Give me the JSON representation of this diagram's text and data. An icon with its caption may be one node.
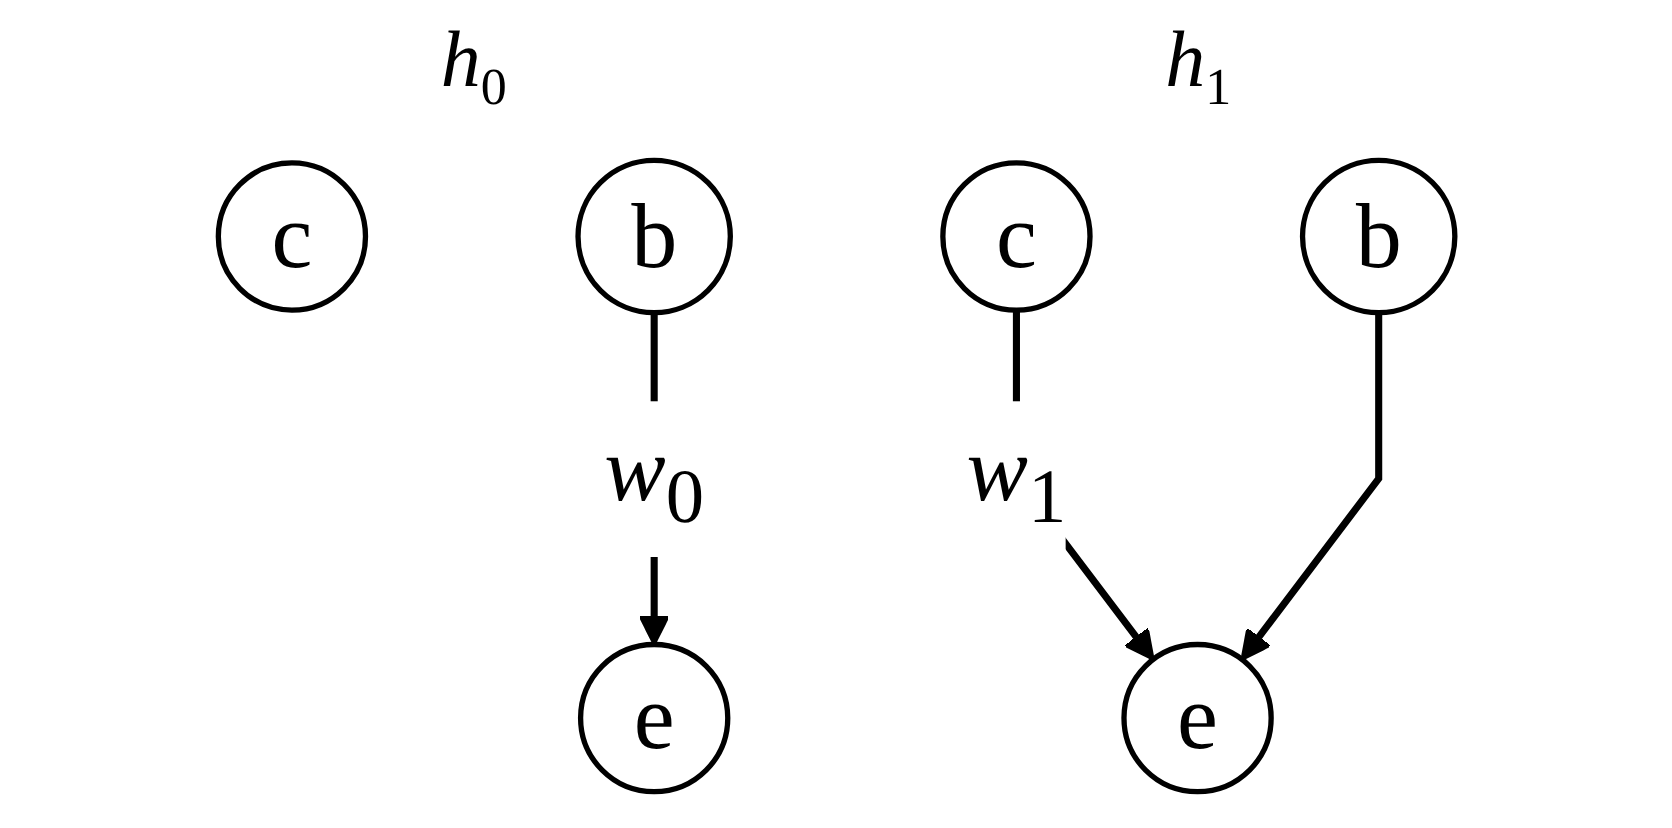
{
  "diagram": {
    "nodes": [
      {
        "text": [
          "c"
        ]
      },
      {
        "text": [
          "b"
        ]
      },
      {
        "text": [
          "e"
        ]
      },
      {
        "text": [
          "c"
        ]
      },
      {
        "text": [
          "b"
        ]
      },
      {
        "text": [
          "e"
        ]
      }
    ],
    "edges": [
      {
        "from": 1,
        "to": 2,
        "arrow": "to",
        "label": "*w*$_{0}$"
      },
      {
        "from": 3,
        "to": 5,
        "arrow": "to",
        "label": "*w*$_{1}$"
      },
      {
        "from": 4,
        "to": 5,
        "arrow": "to"
      }
    ],
    "labels": [
      "*h*$_{0}$",
      "*h*$_{1}$"
    ]
  }
}
